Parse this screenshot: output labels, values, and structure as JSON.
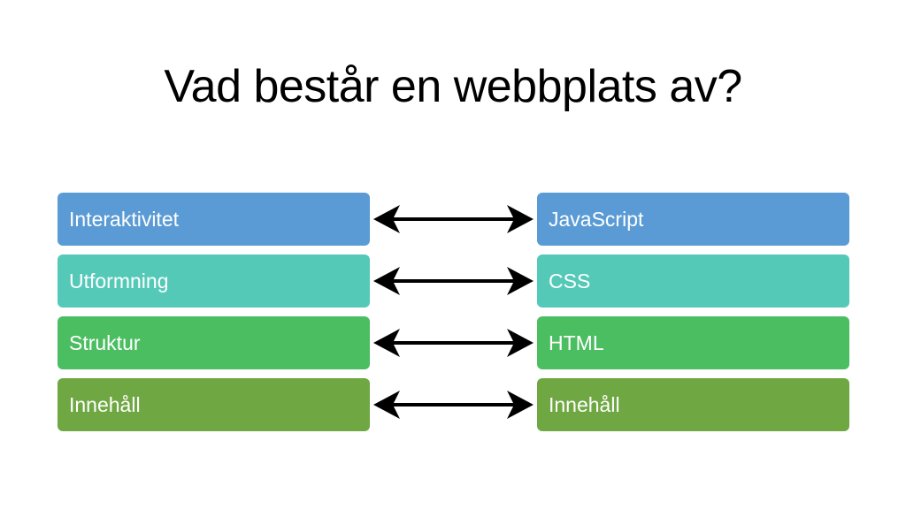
{
  "title": "Vad består en webbplats av?",
  "rows": [
    {
      "left": "Interaktivitet",
      "right": "JavaScript",
      "color": "#5B9BD5"
    },
    {
      "left": "Utformning",
      "right": "CSS",
      "color": "#55C9B8"
    },
    {
      "left": "Struktur",
      "right": "HTML",
      "color": "#4CBE62"
    },
    {
      "left": "Innehåll",
      "right": "Innehåll",
      "color": "#6FA843"
    }
  ],
  "arrow_icon": "double-arrow-icon"
}
